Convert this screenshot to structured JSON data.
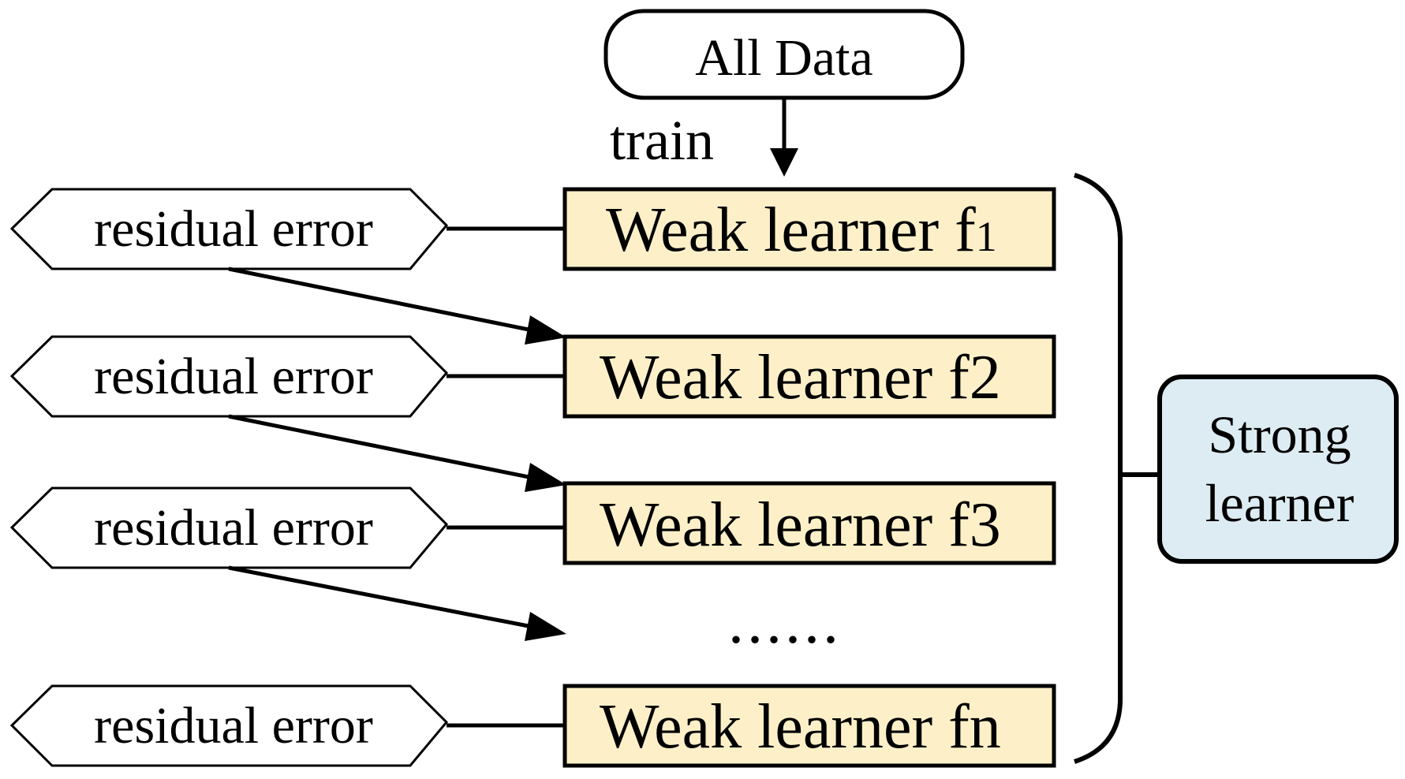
{
  "source_node": {
    "label": "All Data"
  },
  "train_label": "train",
  "weak_learners": [
    {
      "label": "Weak learner f",
      "subscript": "1"
    },
    {
      "label": "Weak learner f2",
      "subscript": ""
    },
    {
      "label": "Weak learner f3",
      "subscript": ""
    },
    {
      "label": "Weak learner f",
      "subscript": "n"
    }
  ],
  "ellipsis": "......",
  "residual_errors": [
    {
      "label": "residual error"
    },
    {
      "label": "residual error"
    },
    {
      "label": "residual error"
    },
    {
      "label": "residual error"
    }
  ],
  "strong_learner": {
    "line1": "Strong",
    "line2": "learner"
  },
  "colors": {
    "weak_fill": "#fdf0c8",
    "strong_fill": "#dcecf2",
    "stroke": "#000000",
    "background": "#ffffff"
  }
}
